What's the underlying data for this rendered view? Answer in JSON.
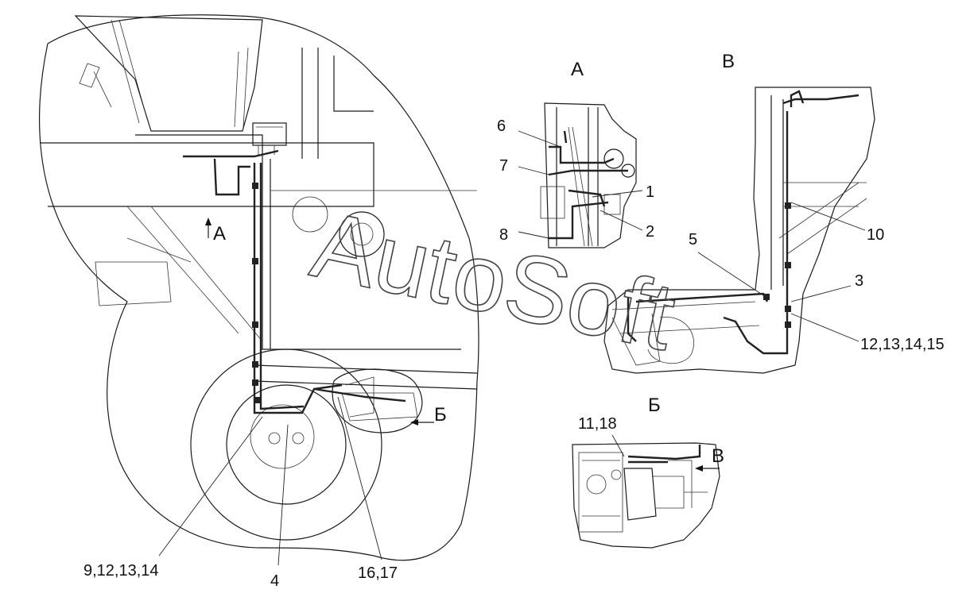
{
  "watermark": "AutoSoft",
  "views": {
    "view_a": "А",
    "view_b": "Б",
    "view_v": "В"
  },
  "main_markers": {
    "arrow_a": "А",
    "arrow_b": "Б"
  },
  "inset_b_marker": "В",
  "callouts": {
    "c1": "1",
    "c2": "2",
    "c3": "3",
    "c4": "4",
    "c5": "5",
    "c6": "6",
    "c7": "7",
    "c8": "8",
    "c9": "9,12,13,14",
    "c10": "10",
    "c11": "11,18",
    "c12": "12,13,14,15",
    "c16": "16,17"
  }
}
